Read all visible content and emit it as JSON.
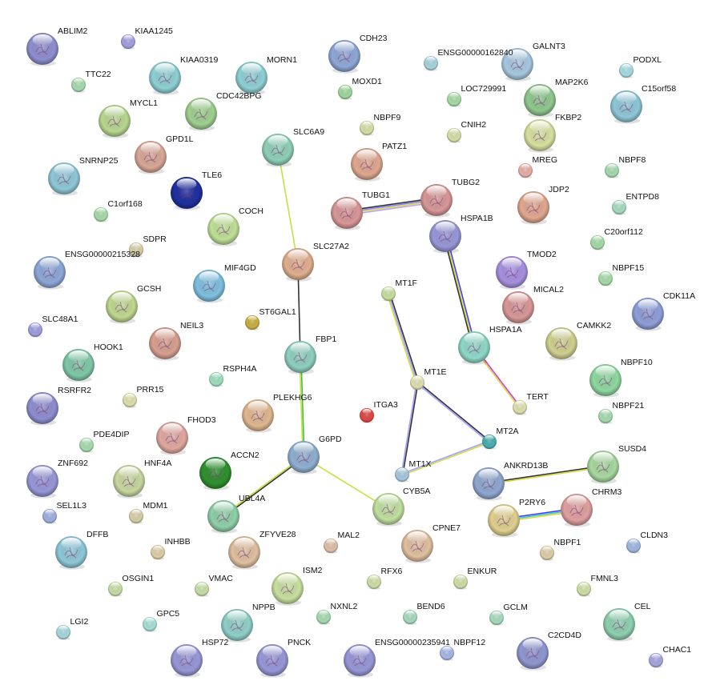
{
  "nodes": [
    {
      "label": "ABLIM2",
      "color": "#8f8fd0"
    },
    {
      "label": "KIAA1245",
      "color": "#a6a0e0"
    },
    {
      "label": "TTC22",
      "color": "#a8dcb0"
    },
    {
      "label": "KIAA0319",
      "color": "#8fd0d4"
    },
    {
      "label": "MORN1",
      "color": "#8fd0d4"
    },
    {
      "label": "CDH23",
      "color": "#8fa8d8"
    },
    {
      "label": "ENSG00000162840",
      "color": "#a8d4e0"
    },
    {
      "label": "GALNT3",
      "color": "#a8c8e0"
    },
    {
      "label": "PODXL",
      "color": "#a8dce0"
    },
    {
      "label": "MOXD1",
      "color": "#a0d8a0"
    },
    {
      "label": "LOC729991",
      "color": "#a8dca8"
    },
    {
      "label": "MAP2K6",
      "color": "#90c890"
    },
    {
      "label": "C15orf58",
      "color": "#8fc8d8"
    },
    {
      "label": "MYCL1",
      "color": "#b8d890"
    },
    {
      "label": "CDC42BPG",
      "color": "#a0d090"
    },
    {
      "label": "NBPF9",
      "color": "#d8e0a8"
    },
    {
      "label": "CNIH2",
      "color": "#d8e0a8"
    },
    {
      "label": "FKBP2",
      "color": "#d8e0a0"
    },
    {
      "label": "SLC6A9",
      "color": "#90d0b8"
    },
    {
      "label": "GPD1L",
      "color": "#d8a898"
    },
    {
      "label": "SNRNP25",
      "color": "#90c8d8"
    },
    {
      "label": "PATZ1",
      "color": "#e0a890"
    },
    {
      "label": "MREG",
      "color": "#e8b0a8"
    },
    {
      "label": "NBPF8",
      "color": "#a8dcb0"
    },
    {
      "label": "TLE6",
      "color": "#2030a0"
    },
    {
      "label": "TUBG1",
      "color": "#d89898"
    },
    {
      "label": "TUBG2",
      "color": "#d89898"
    },
    {
      "label": "JDP2",
      "color": "#e0a890"
    },
    {
      "label": "ENTPD8",
      "color": "#a8dcc0"
    },
    {
      "label": "C1orf168",
      "color": "#a8dca8"
    },
    {
      "label": "COCH",
      "color": "#c0e098"
    },
    {
      "label": "HSPA1B",
      "color": "#9898d8"
    },
    {
      "label": "C20orf112",
      "color": "#a8dca8"
    },
    {
      "label": "SDPR",
      "color": "#d8d0a8"
    },
    {
      "label": "SLC27A2",
      "color": "#e0b090"
    },
    {
      "label": "ENSG00000215328",
      "color": "#8fa8d8"
    },
    {
      "label": "TMOD2",
      "color": "#a890e0"
    },
    {
      "label": "MIF4GD",
      "color": "#80c0e0"
    },
    {
      "label": "NBPF15",
      "color": "#a8dca8"
    },
    {
      "label": "MT1F",
      "color": "#c8e0a0"
    },
    {
      "label": "GCSH",
      "color": "#c0d890"
    },
    {
      "label": "MICAL2",
      "color": "#d89898"
    },
    {
      "label": "CDK11A",
      "color": "#8fa0d8"
    },
    {
      "label": "ST6GAL1",
      "color": "#c8b040"
    },
    {
      "label": "SLC48A1",
      "color": "#a0a0e0"
    },
    {
      "label": "NEIL3",
      "color": "#d8a090"
    },
    {
      "label": "HSPA1A",
      "color": "#90d8c8"
    },
    {
      "label": "CAMKK2",
      "color": "#d0d090"
    },
    {
      "label": "FBP1",
      "color": "#90d0c0"
    },
    {
      "label": "HOOK1",
      "color": "#80c8a8"
    },
    {
      "label": "RSPH4A",
      "color": "#a0e0c0"
    },
    {
      "label": "MT1E",
      "color": "#e0e0b0"
    },
    {
      "label": "NBPF10",
      "color": "#90d8a0"
    },
    {
      "label": "TERT",
      "color": "#e0e0b0"
    },
    {
      "label": "RSRFR2",
      "color": "#8f8fd0"
    },
    {
      "label": "PRR15",
      "color": "#e0e0b0"
    },
    {
      "label": "PLEKHG6",
      "color": "#e0b890"
    },
    {
      "label": "ITGA3",
      "color": "#e04848"
    },
    {
      "label": "NBPF21",
      "color": "#a8dcb0"
    },
    {
      "label": "FHOD3",
      "color": "#e0a8a0"
    },
    {
      "label": "PDE4DIP",
      "color": "#a8dcb0"
    },
    {
      "label": "G6PD",
      "color": "#90b0d0"
    },
    {
      "label": "MT2A",
      "color": "#48b0b0"
    },
    {
      "label": "ACCN2",
      "color": "#309030"
    },
    {
      "label": "SUSD4",
      "color": "#a8d8a0"
    },
    {
      "label": "ZNF692",
      "color": "#9898d8"
    },
    {
      "label": "HNF4A",
      "color": "#c8d8a0"
    },
    {
      "label": "MT1X",
      "color": "#a8c8e0"
    },
    {
      "label": "ANKRD13B",
      "color": "#90a8d0"
    },
    {
      "label": "SEL1L3",
      "color": "#a0b0e0"
    },
    {
      "label": "MDM1",
      "color": "#d8d0a8"
    },
    {
      "label": "UBL4A",
      "color": "#90d0a8"
    },
    {
      "label": "CYB5A",
      "color": "#c0e0a0"
    },
    {
      "label": "P2RY6",
      "color": "#e0d090"
    },
    {
      "label": "CHRM3",
      "color": "#e0a0a0"
    },
    {
      "label": "CLDN3",
      "color": "#a0b8e0"
    },
    {
      "label": "DFFB",
      "color": "#90c8d8"
    },
    {
      "label": "INHBB",
      "color": "#e0d0a8"
    },
    {
      "label": "ZFYVE28",
      "color": "#e0c0a0"
    },
    {
      "label": "MAL2",
      "color": "#e0c0a8"
    },
    {
      "label": "CPNE7",
      "color": "#e0c0a0"
    },
    {
      "label": "NBPF1",
      "color": "#e0d0a8"
    },
    {
      "label": "OSGIN1",
      "color": "#c8e0a8"
    },
    {
      "label": "VMAC",
      "color": "#c8e0a8"
    },
    {
      "label": "ISM2",
      "color": "#c8e0a0"
    },
    {
      "label": "RFX6",
      "color": "#d0e0a8"
    },
    {
      "label": "ENKUR",
      "color": "#d0e0a8"
    },
    {
      "label": "FMNL3",
      "color": "#d0e0a8"
    },
    {
      "label": "LGI2",
      "color": "#a8d8e0"
    },
    {
      "label": "GPC5",
      "color": "#a8e0d8"
    },
    {
      "label": "NPPB",
      "color": "#90d0c8"
    },
    {
      "label": "NXNL2",
      "color": "#a8dcb0"
    },
    {
      "label": "BEND6",
      "color": "#a8dcc0"
    },
    {
      "label": "GCLM",
      "color": "#a8dcc0"
    },
    {
      "label": "CEL",
      "color": "#90d0b0"
    },
    {
      "label": "HSP72",
      "color": "#9898d8"
    },
    {
      "label": "PNCK",
      "color": "#9898d8"
    },
    {
      "label": "ENSG00000235941",
      "color": "#9898d8"
    },
    {
      "label": "NBPF12",
      "color": "#a8b8e8"
    },
    {
      "label": "C2CD4D",
      "color": "#9098d0"
    },
    {
      "label": "CHAC1",
      "color": "#a8a8e0"
    }
  ],
  "edges": [
    {
      "source": "SLC6A9",
      "target": "SLC27A2",
      "colors": [
        "#c8e040"
      ]
    },
    {
      "source": "SLC27A2",
      "target": "FBP1",
      "colors": [
        "#333333"
      ]
    },
    {
      "source": "FBP1",
      "target": "G6PD",
      "colors": [
        "#40c040",
        "#c8e040"
      ]
    },
    {
      "source": "G6PD",
      "target": "UBL4A",
      "colors": [
        "#333333",
        "#c8d840"
      ]
    },
    {
      "source": "G6PD",
      "target": "CYB5A",
      "colors": [
        "#c8e040"
      ]
    },
    {
      "source": "TUBG1",
      "target": "TUBG2",
      "colors": [
        "#333333",
        "#8080ff",
        "#d8d840",
        "#c0a0ff"
      ]
    },
    {
      "source": "HSPA1B",
      "target": "HSPA1A",
      "colors": [
        "#4040ff",
        "#d8d840",
        "#333333"
      ]
    },
    {
      "source": "HSPA1A",
      "target": "TERT",
      "colors": [
        "#d040d0",
        "#d8d840"
      ]
    },
    {
      "source": "MT1F",
      "target": "MT1E",
      "colors": [
        "#333333",
        "#a0a0ff",
        "#d8d840"
      ]
    },
    {
      "source": "MT1E",
      "target": "MT1X",
      "colors": [
        "#333333",
        "#a0a0ff"
      ]
    },
    {
      "source": "MT1E",
      "target": "MT2A",
      "colors": [
        "#333333",
        "#a0a0ff"
      ]
    },
    {
      "source": "MT1X",
      "target": "MT2A",
      "colors": [
        "#a0a0ff",
        "#d8d840"
      ]
    },
    {
      "source": "ANKRD13B",
      "target": "SUSD4",
      "colors": [
        "#333333",
        "#d8d840"
      ]
    },
    {
      "source": "P2RY6",
      "target": "CHRM3",
      "colors": [
        "#4040ff",
        "#40c8c8",
        "#d8d840"
      ]
    }
  ]
}
